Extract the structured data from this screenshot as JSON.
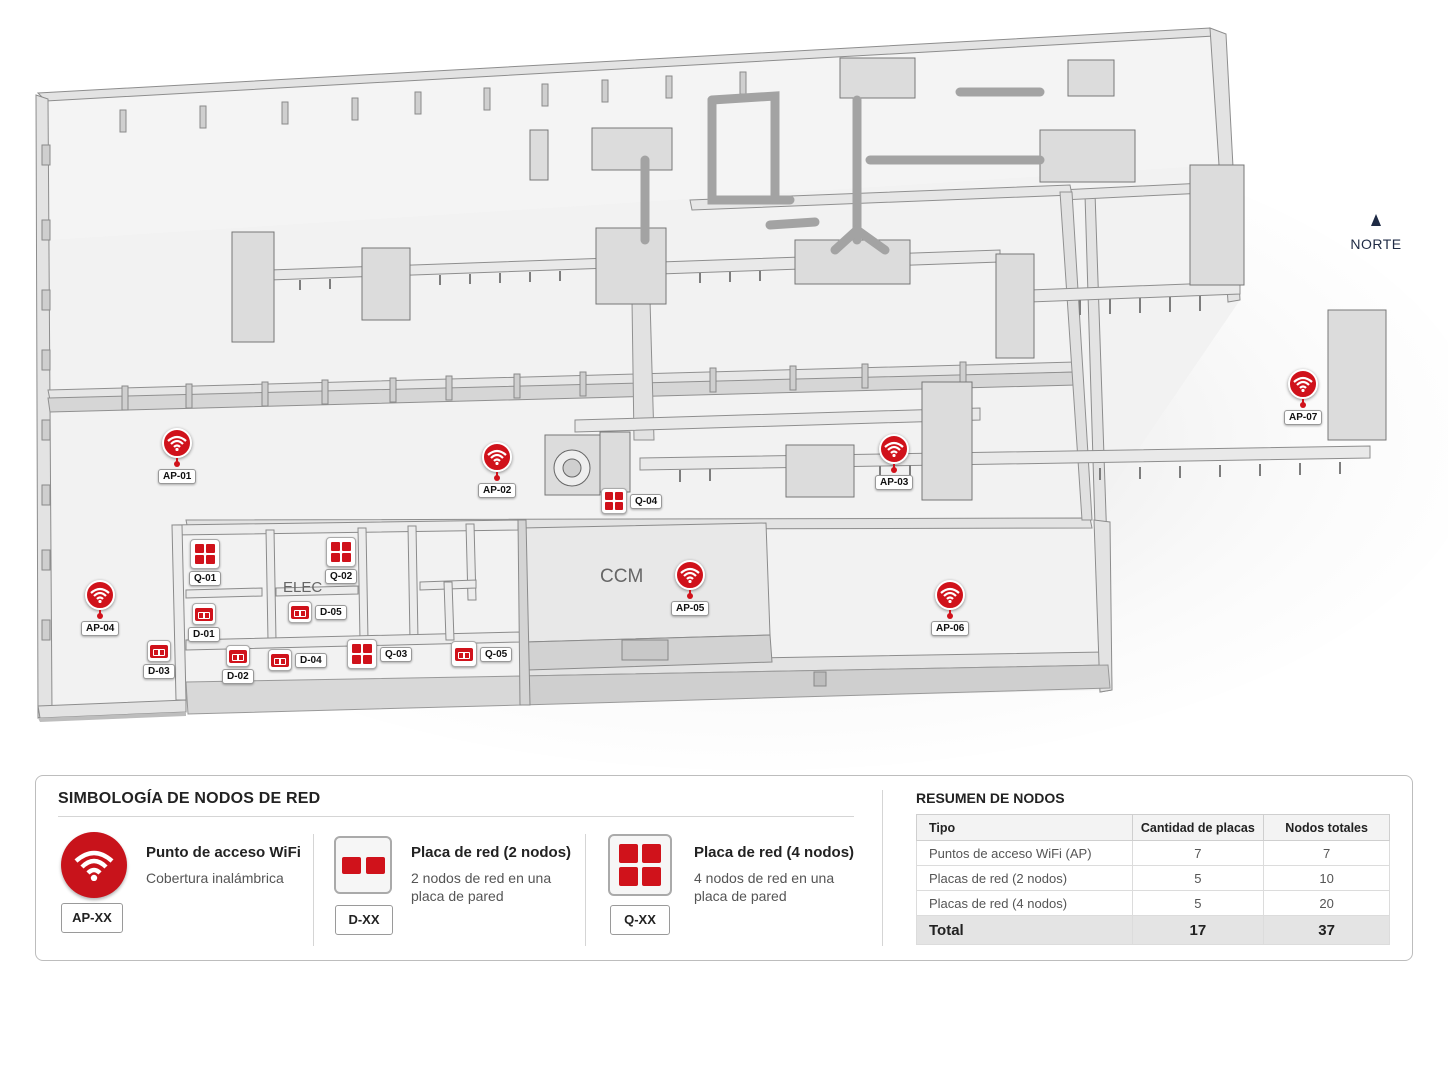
{
  "north": {
    "label": "NORTE"
  },
  "rooms": {
    "ccm": "CCM",
    "elec": "ELEC"
  },
  "access_points": [
    {
      "id": "AP-01"
    },
    {
      "id": "AP-02"
    },
    {
      "id": "AP-03"
    },
    {
      "id": "AP-04"
    },
    {
      "id": "AP-05"
    },
    {
      "id": "AP-06"
    },
    {
      "id": "AP-07"
    }
  ],
  "d_nodes": [
    {
      "id": "D-01"
    },
    {
      "id": "D-02"
    },
    {
      "id": "D-03"
    },
    {
      "id": "D-04"
    },
    {
      "id": "D-05"
    }
  ],
  "q_nodes": [
    {
      "id": "Q-01"
    },
    {
      "id": "Q-02"
    },
    {
      "id": "Q-03"
    },
    {
      "id": "Q-04"
    },
    {
      "id": "Q-05"
    }
  ],
  "legend": {
    "title": "SIMBOLOGÍA DE NODOS DE RED",
    "ap": {
      "title": "Punto de acceso WiFi",
      "desc": "Cobertura inalámbrica",
      "code": "AP-XX"
    },
    "d": {
      "title": "Placa de red (2 nodos)",
      "desc": "2 nodos de red en una placa de pared",
      "code": "D-XX"
    },
    "q": {
      "title": "Placa de red (4 nodos)",
      "desc": "4 nodos de red en una placa de pared",
      "code": "Q-XX"
    }
  },
  "summary": {
    "title": "RESUMEN DE NODOS",
    "headers": [
      "Tipo",
      "Cantidad de placas",
      "Nodos totales"
    ],
    "rows": [
      [
        "Puntos de acceso WiFi (AP)",
        "7",
        "7"
      ],
      [
        "Placas de red (2 nodos)",
        "5",
        "10"
      ],
      [
        "Placas de red (4 nodos)",
        "5",
        "20"
      ]
    ],
    "total": [
      "Total",
      "17",
      "37"
    ]
  },
  "colors": {
    "accent_red": "#d0121b",
    "north_navy": "#1e2a44"
  }
}
